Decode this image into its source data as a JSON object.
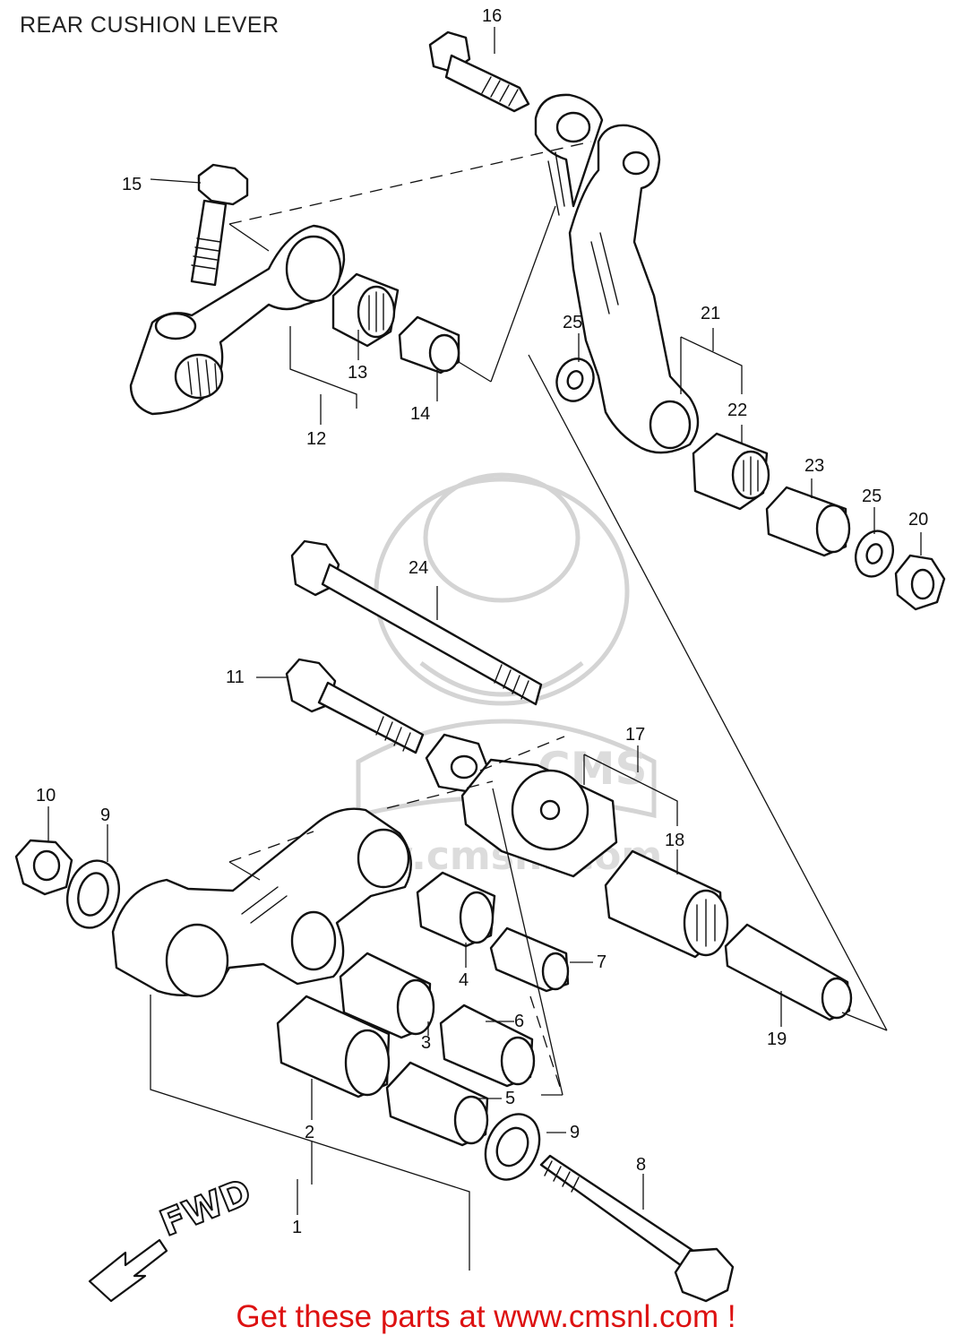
{
  "title": "REAR CUSHION LEVER",
  "footer": "Get these parts at www.cmsnl.com !",
  "watermark": {
    "text": "www.cmsnl.com",
    "logo": "CMS",
    "color": "#d4d4d4"
  },
  "direction_label": "FWD",
  "colors": {
    "footer_red": "#dd1111",
    "ink": "#111111",
    "watermark_gray": "#d4d4d4"
  },
  "callouts": {
    "c1": "1",
    "c2": "2",
    "c3": "3",
    "c4": "4",
    "c5": "5",
    "c6": "6",
    "c7": "7",
    "c8": "8",
    "c9a": "9",
    "c9b": "9",
    "c10": "10",
    "c11": "11",
    "c12": "12",
    "c13": "13",
    "c14": "14",
    "c15": "15",
    "c16": "16",
    "c17": "17",
    "c18": "18",
    "c19": "19",
    "c20": "20",
    "c21": "21",
    "c22": "22",
    "c23": "23",
    "c25a": "25",
    "c25b": "25",
    "c24": "24"
  }
}
